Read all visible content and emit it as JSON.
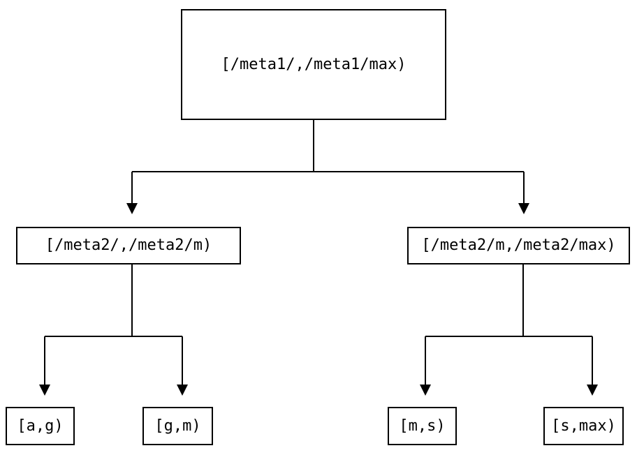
{
  "diagram": {
    "type": "binary-interval-tree",
    "background_color": "#ffffff",
    "line_color": "#000000",
    "text_color": "#000000",
    "nodes": {
      "root": {
        "label": "[/meta1/,/meta1/max)"
      },
      "mid_left": {
        "label": "[/meta2/,/meta2/m)"
      },
      "mid_right": {
        "label": "[/meta2/m,/meta2/max)"
      },
      "leaf_ag": {
        "label": "[a,g)"
      },
      "leaf_gm": {
        "label": "[g,m)"
      },
      "leaf_ms": {
        "label": "[m,s)"
      },
      "leaf_smax": {
        "label": "[s,max)"
      }
    },
    "edges": [
      {
        "from": "root",
        "to": "mid_left"
      },
      {
        "from": "root",
        "to": "mid_right"
      },
      {
        "from": "mid_left",
        "to": "leaf_ag"
      },
      {
        "from": "mid_left",
        "to": "leaf_gm"
      },
      {
        "from": "mid_right",
        "to": "leaf_ms"
      },
      {
        "from": "mid_right",
        "to": "leaf_smax"
      }
    ]
  }
}
